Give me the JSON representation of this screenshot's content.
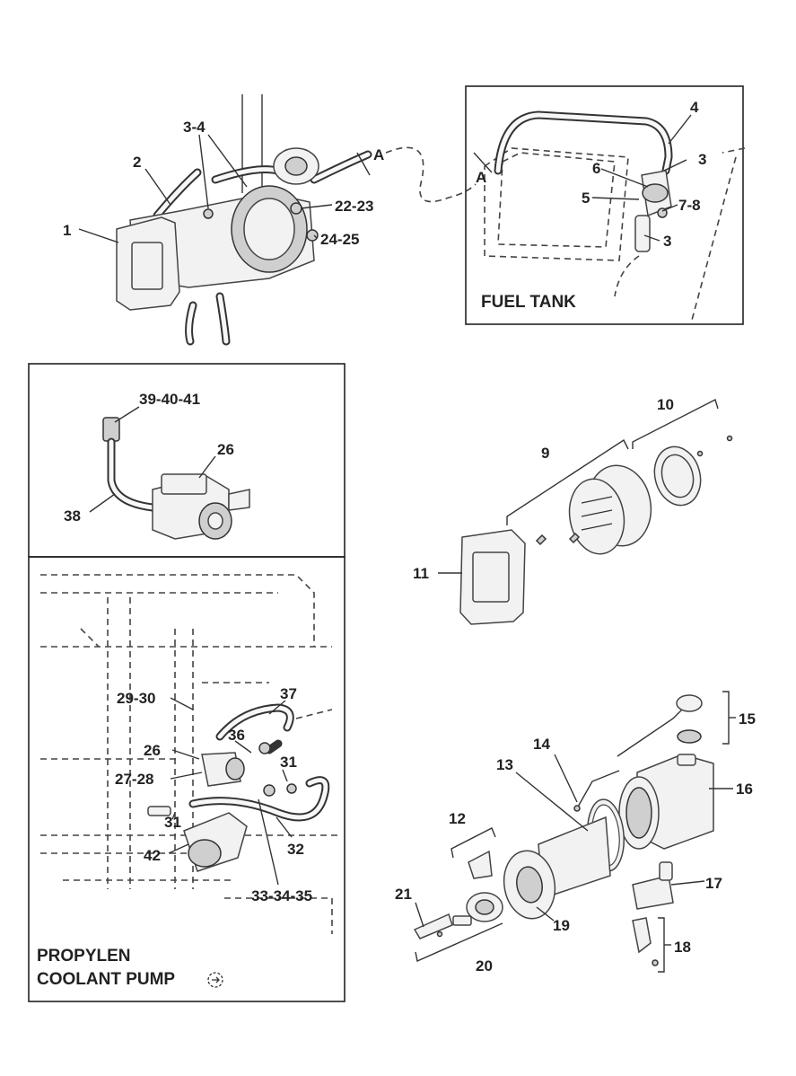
{
  "boxes": {
    "fuel_tank": "FUEL TANK",
    "coolant_pump_line1": "PROPYLEN",
    "coolant_pump_line2": "COOLANT PUMP"
  },
  "callouts": {
    "c1": "1",
    "c2": "2",
    "c3_4": "3-4",
    "c22_23": "22-23",
    "c24_25": "24-25",
    "cA1": "A",
    "cA2": "A",
    "c4": "4",
    "c3a": "3",
    "c6": "6",
    "c5": "5",
    "c7_8": "7-8",
    "c3b": "3",
    "c39_40_41": "39-40-41",
    "c26a": "26",
    "c38": "38",
    "c10": "10",
    "c9": "9",
    "c11": "11",
    "c29_30": "29-30",
    "c37": "37",
    "c26b": "26",
    "c36": "36",
    "c31a": "31",
    "c27_28": "27-28",
    "c31b": "31",
    "c42": "42",
    "c32": "32",
    "c33_34_35": "33-34-35",
    "c15": "15",
    "c14": "14",
    "c13": "13",
    "c16": "16",
    "c12": "12",
    "c17": "17",
    "c21": "21",
    "c19": "19",
    "c18": "18",
    "c20": "20"
  }
}
